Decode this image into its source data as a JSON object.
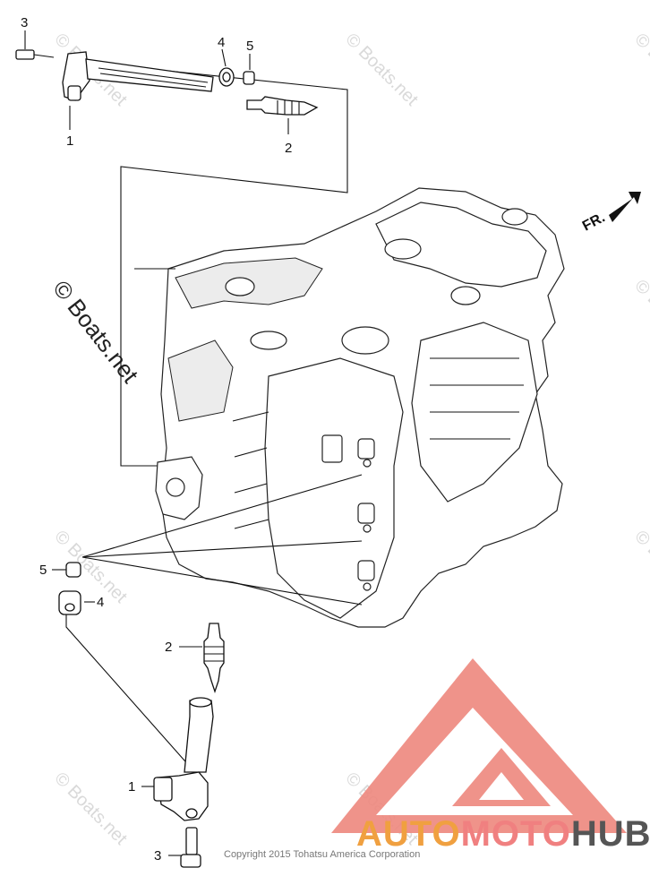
{
  "callouts": {
    "top": {
      "p1": "1",
      "p2": "2",
      "p3": "3",
      "p4": "4",
      "p5": "5"
    },
    "bottom": {
      "p1": "1",
      "p2": "2",
      "p3": "3",
      "p4": "4",
      "p5": "5"
    }
  },
  "direction_label": "FR.",
  "watermark": {
    "text": "© Boats.net",
    "side_text": "© Boats.net"
  },
  "copyright": "Copyright 2015 Tohatsu America Corporation",
  "brand": {
    "part1": "AUTO",
    "part2": "MOTO",
    "part3": "HUB",
    "colors": {
      "orange": "#f0a040",
      "salmon": "#f08080",
      "dark": "#555555",
      "logo": "#ee8a80"
    }
  }
}
